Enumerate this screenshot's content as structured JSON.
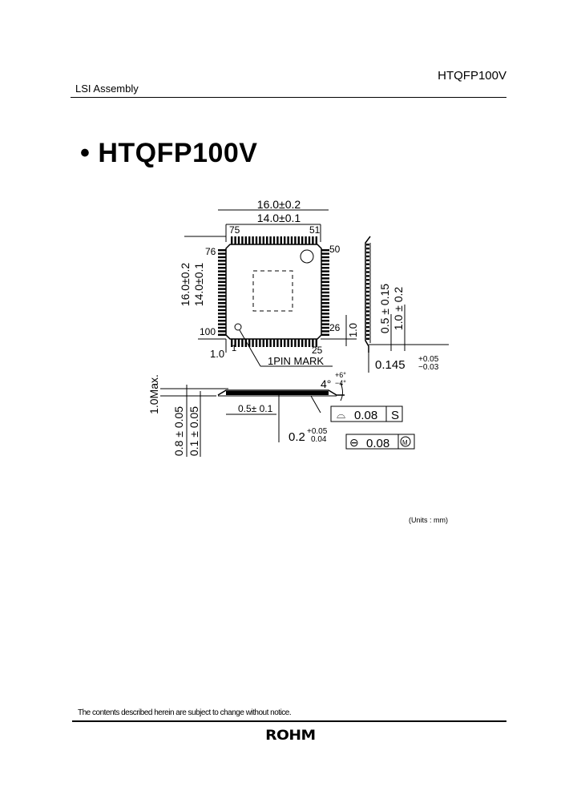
{
  "header": {
    "section": "LSI Assembly",
    "part_number": "HTQFP100V"
  },
  "title": {
    "bullet": "•",
    "text": "HTQFP100V"
  },
  "drawing": {
    "top_view": {
      "outer_width": "16.0±0.2",
      "body_width": "14.0±0.1",
      "outer_height": "16.0±0.2",
      "body_height": "14.0±0.1",
      "pin_labels": {
        "p75": "75",
        "p51": "51",
        "p76": "76",
        "p50": "50",
        "p100": "100",
        "p26": "26",
        "p1": "1",
        "p25": "25"
      },
      "corner_dim_left": "1.0",
      "corner_dim_right": "1.0",
      "pin1_mark": "1PIN MARK"
    },
    "side_view": {
      "foot_length": "0.5 ± 0.15",
      "lead_length": "1.0 ± 0.2",
      "lead_thickness": "0.145",
      "lead_thickness_tol_plus": "+0.05",
      "lead_thickness_tol_minus": "−0.03"
    },
    "front_view": {
      "max_height": "1.0Max.",
      "body_thickness": "0.8 ± 0.05",
      "standoff": "0.1 ± 0.05",
      "pitch": "0.5± 0.1",
      "lead_width": "0.2",
      "lead_width_tol_plus": "+0.05",
      "lead_width_tol_minus": "0.04",
      "angle": "4°",
      "angle_tol_plus": "+6°",
      "angle_tol_minus": "−4°",
      "flatness_symbol": "⌓",
      "flatness_value": "0.08",
      "flatness_datum": "S",
      "position_symbol": "⊖",
      "position_value": "0.08",
      "position_modifier": "M"
    }
  },
  "units": "(Units : mm)",
  "footer": {
    "notice": "The contents described herein are subject to change without notice.",
    "logo": "ROHM"
  }
}
